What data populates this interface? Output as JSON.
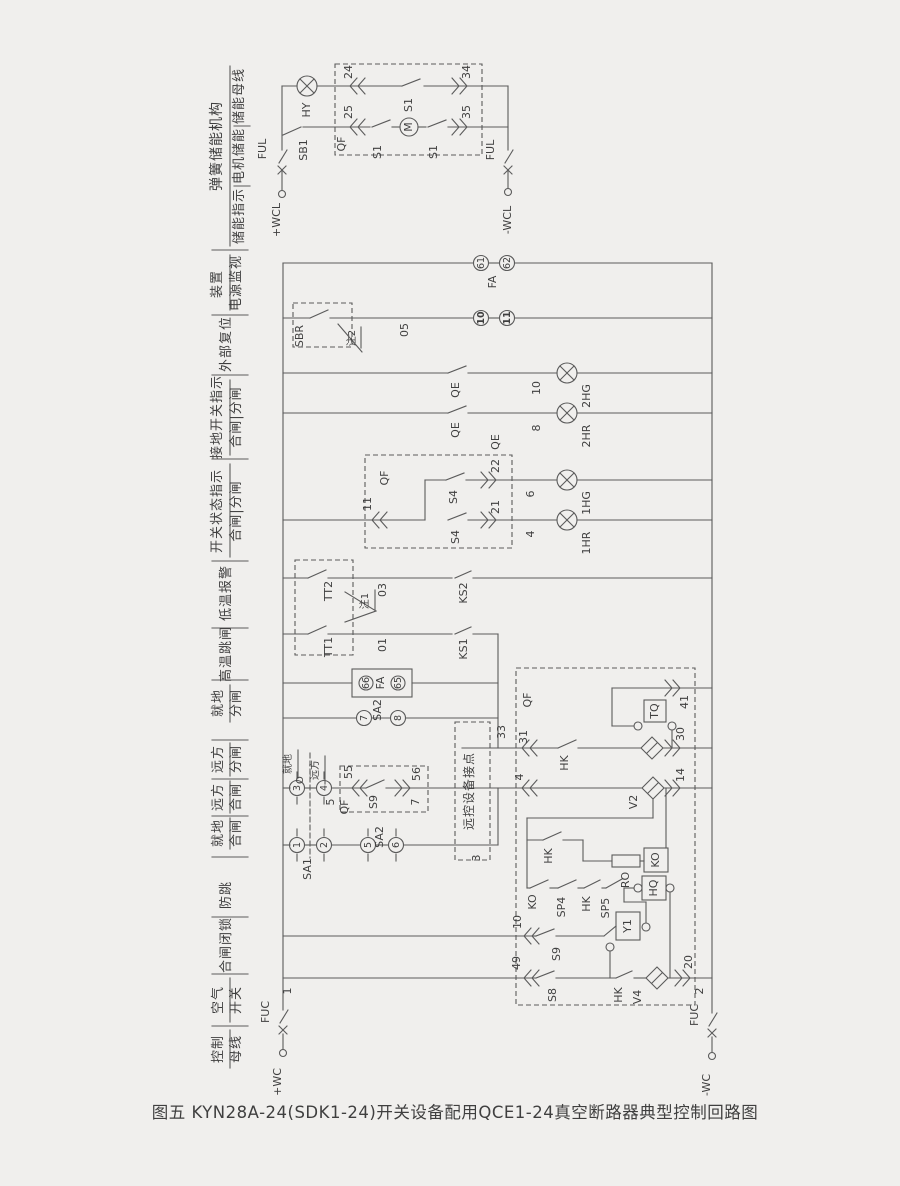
{
  "caption": "图五 KYN28A-24(SDK1-24)开关设备配用QCE1-24真空断路器典型控制回路图",
  "colors": {
    "background": "#f0efed",
    "line": "#5b5b5b",
    "text": "#3f3f3f"
  },
  "sidebar": {
    "top": {
      "header": "弹簧储能机构",
      "subs": [
        "储能母线",
        "电机储能",
        "储能指示"
      ]
    },
    "rows": [
      {
        "l1": "装置",
        "l2": "电源监视"
      },
      {
        "l1": "外部复位",
        "l2": ""
      },
      {
        "l1": "接地开关指示",
        "l2": "合闸|分闸"
      },
      {
        "l1": "开关状态指示",
        "l2": "合闸|分闸"
      },
      {
        "l1": "低温报警",
        "l2": ""
      },
      {
        "l1": "高温跳闸",
        "l2": ""
      },
      {
        "l1": "就地",
        "l2": "分闸"
      },
      {
        "l1": "远方",
        "l2": "分闸"
      },
      {
        "l1": "远方",
        "l2": "合闸"
      },
      {
        "l1": "就地",
        "l2": "合闸"
      },
      {
        "l1": "防跳",
        "l2": ""
      },
      {
        "l1": "合闸闭锁",
        "l2": ""
      },
      {
        "l1": "空气",
        "l2": "开关"
      },
      {
        "l1": "控制",
        "l2": "母线"
      }
    ]
  },
  "t": {
    "wcl_p": "+WCL",
    "wcl_m": "-WCL",
    "wc_p": "+WC",
    "wc_m": "-WC",
    "ful": "FUL",
    "fuc": "FUC",
    "hy": "HY",
    "sb1": "SB1",
    "qf": "QF",
    "qe": "QE",
    "s1": "S1",
    "m": "M",
    "s4": "S4",
    "s8": "S8",
    "s9": "S9",
    "sa1": "SA1",
    "sa2": "SA2",
    "sbr": "SBR",
    "hk": "HK",
    "ko": "KO",
    "ro": "RO",
    "hq": "HQ",
    "tq": "TQ",
    "y1": "Y1",
    "v2": "V2",
    "v4": "V4",
    "fa": "FA",
    "ks1": "KS1",
    "ks2": "KS2",
    "tt1": "TT1",
    "tt2": "TT2",
    "sp4": "SP4",
    "sp5": "SP5",
    "n01": "01",
    "n03": "03",
    "n05": "05",
    "n1": "1",
    "n2": "2",
    "n3": "3",
    "n4": "4",
    "n5": "5",
    "n6": "6",
    "n7": "7",
    "n8": "8",
    "n10": "10",
    "n11": "11",
    "n14": "14",
    "n20": "20",
    "n21": "21",
    "n22": "22",
    "n24": "24",
    "n25": "25",
    "n30": "30",
    "n31": "31",
    "n33": "33",
    "n34": "34",
    "n35": "35",
    "n41": "41",
    "n49": "49",
    "n55": "55",
    "n56": "56",
    "c61": "61",
    "c62": "62",
    "c65": "65",
    "c66": "66",
    "lamp_2hg": "2HG",
    "lamp_2hr": "2HR",
    "lamp_1hg": "1HG",
    "lamp_1hr": "1HR",
    "note1": "注1",
    "note2": "注2",
    "local": "就地",
    "remote": "远方",
    "sel_o": "O",
    "remote_box": "远控设备接点"
  }
}
